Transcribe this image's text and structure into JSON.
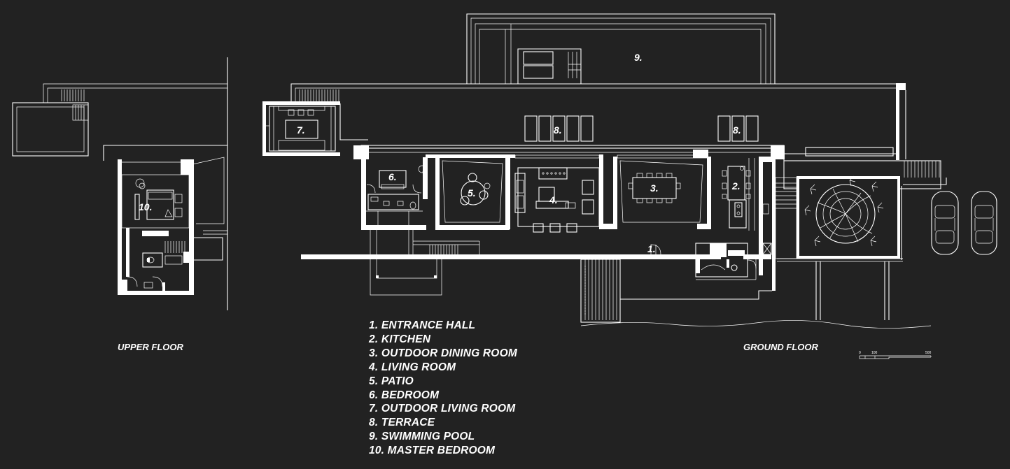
{
  "floors": {
    "upper_caption": "UPPER FLOOR",
    "ground_caption": "GROUND FLOOR"
  },
  "room_numbers": {
    "entrance_hall": "1.",
    "kitchen": "2.",
    "outdoor_dining_room": "3.",
    "living_room": "4.",
    "patio": "5.",
    "bedroom": "6.",
    "outdoor_living_room": "7.",
    "terrace": "8.",
    "swimming_pool": "9.",
    "master_bedroom": "10."
  },
  "legend": [
    "1. ENTRANCE HALL",
    "2. KITCHEN",
    "3. OUTDOOR DINING ROOM",
    "4. LIVING ROOM",
    "5. PATIO",
    "6. BEDROOM",
    "7. OUTDOOR LIVING ROOM",
    "8. TERRACE",
    "9. SWIMMING POOL",
    "10. MASTER BEDROOM"
  ],
  "scale_bar": {
    "labels": [
      "0",
      "100",
      "500"
    ]
  },
  "colors": {
    "background": "#222222",
    "linework": "#ffffff"
  }
}
